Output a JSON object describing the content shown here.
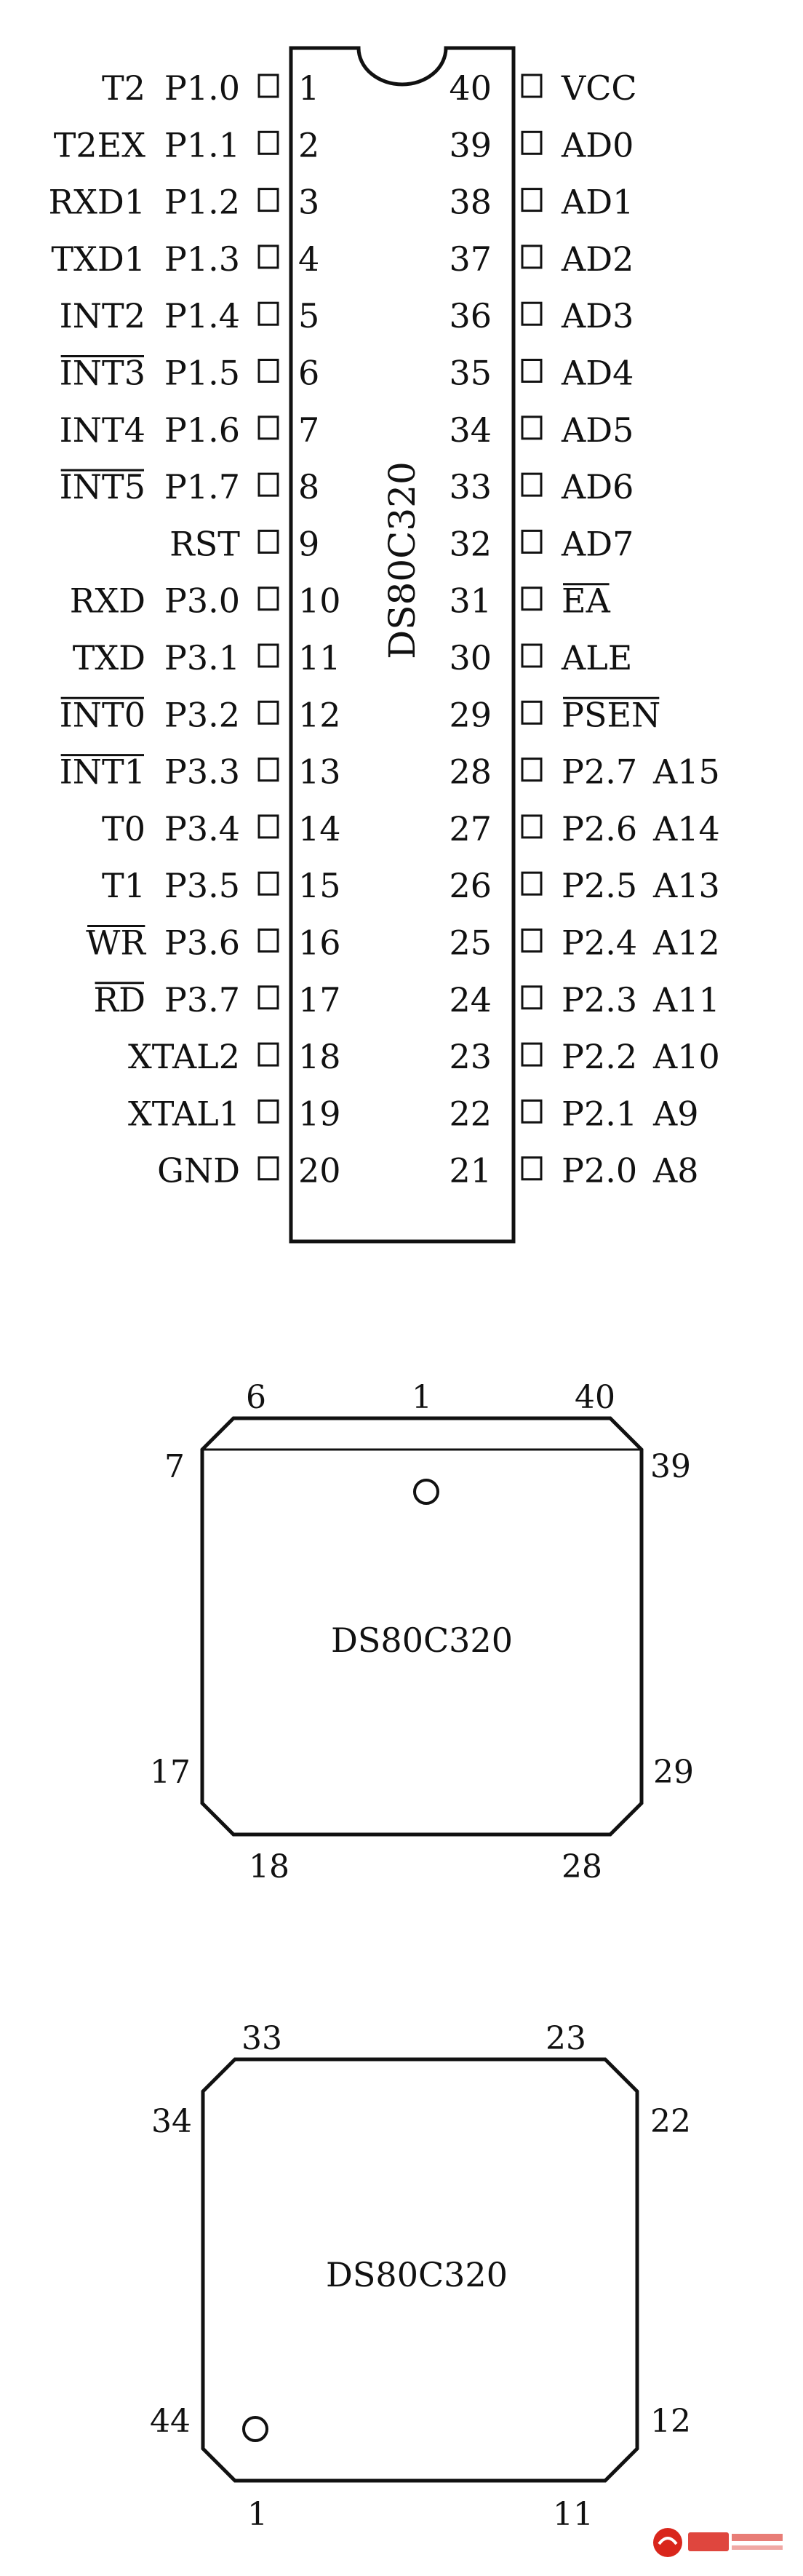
{
  "dip": {
    "part": "DS80C320",
    "left_pins": [
      {
        "num": "1",
        "port": "P1.0",
        "func": "T2",
        "bar": false
      },
      {
        "num": "2",
        "port": "P1.1",
        "func": "T2EX",
        "bar": false
      },
      {
        "num": "3",
        "port": "P1.2",
        "func": "RXD1",
        "bar": false
      },
      {
        "num": "4",
        "port": "P1.3",
        "func": "TXD1",
        "bar": false
      },
      {
        "num": "5",
        "port": "P1.4",
        "func": "INT2",
        "bar": false
      },
      {
        "num": "6",
        "port": "P1.5",
        "func": "INT3",
        "bar": true
      },
      {
        "num": "7",
        "port": "P1.6",
        "func": "INT4",
        "bar": false
      },
      {
        "num": "8",
        "port": "P1.7",
        "func": "INT5",
        "bar": true
      },
      {
        "num": "9",
        "port": "RST",
        "func": "",
        "bar": false
      },
      {
        "num": "10",
        "port": "P3.0",
        "func": "RXD",
        "bar": false
      },
      {
        "num": "11",
        "port": "P3.1",
        "func": "TXD",
        "bar": false
      },
      {
        "num": "12",
        "port": "P3.2",
        "func": "INT0",
        "bar": true
      },
      {
        "num": "13",
        "port": "P3.3",
        "func": "INT1",
        "bar": true
      },
      {
        "num": "14",
        "port": "P3.4",
        "func": "T0",
        "bar": false
      },
      {
        "num": "15",
        "port": "P3.5",
        "func": "T1",
        "bar": false
      },
      {
        "num": "16",
        "port": "P3.6",
        "func": "WR",
        "bar": true
      },
      {
        "num": "17",
        "port": "P3.7",
        "func": "RD",
        "bar": true
      },
      {
        "num": "18",
        "port": "XTAL2",
        "func": "",
        "bar": false
      },
      {
        "num": "19",
        "port": "XTAL1",
        "func": "",
        "bar": false
      },
      {
        "num": "20",
        "port": "GND",
        "func": "",
        "bar": false
      }
    ],
    "right_pins": [
      {
        "num": "40",
        "name": "VCC",
        "alt": "",
        "bar": false
      },
      {
        "num": "39",
        "name": "AD0",
        "alt": "",
        "bar": false
      },
      {
        "num": "38",
        "name": "AD1",
        "alt": "",
        "bar": false
      },
      {
        "num": "37",
        "name": "AD2",
        "alt": "",
        "bar": false
      },
      {
        "num": "36",
        "name": "AD3",
        "alt": "",
        "bar": false
      },
      {
        "num": "35",
        "name": "AD4",
        "alt": "",
        "bar": false
      },
      {
        "num": "34",
        "name": "AD5",
        "alt": "",
        "bar": false
      },
      {
        "num": "33",
        "name": "AD6",
        "alt": "",
        "bar": false
      },
      {
        "num": "32",
        "name": "AD7",
        "alt": "",
        "bar": false
      },
      {
        "num": "31",
        "name": "EA",
        "alt": "",
        "bar": true
      },
      {
        "num": "30",
        "name": "ALE",
        "alt": "",
        "bar": false
      },
      {
        "num": "29",
        "name": "PSEN",
        "alt": "",
        "bar": true
      },
      {
        "num": "28",
        "name": "P2.7",
        "alt": "A15",
        "bar": false
      },
      {
        "num": "27",
        "name": "P2.6",
        "alt": "A14",
        "bar": false
      },
      {
        "num": "26",
        "name": "P2.5",
        "alt": "A13",
        "bar": false
      },
      {
        "num": "25",
        "name": "P2.4",
        "alt": "A12",
        "bar": false
      },
      {
        "num": "24",
        "name": "P2.3",
        "alt": "A11",
        "bar": false
      },
      {
        "num": "23",
        "name": "P2.2",
        "alt": "A10",
        "bar": false
      },
      {
        "num": "22",
        "name": "P2.1",
        "alt": "A9",
        "bar": false
      },
      {
        "num": "21",
        "name": "P2.0",
        "alt": "A8",
        "bar": false
      }
    ]
  },
  "plcc_a": {
    "part": "DS80C320",
    "labels": {
      "top_left": "6",
      "top_mid": "1",
      "top_right": "40",
      "left_top": "7",
      "right_top": "39",
      "left_bottom": "17",
      "right_bottom": "29",
      "bottom_left": "18",
      "bottom_right": "28"
    }
  },
  "plcc_b": {
    "part": "DS80C320",
    "labels": {
      "top_left": "33",
      "top_right": "23",
      "left_top": "34",
      "right_top": "22",
      "left_bottom": "44",
      "right_bottom": "12",
      "bottom_left": "1",
      "bottom_right": "11"
    }
  },
  "colors": {
    "ink": "#111111",
    "logo_red": "#d9261c"
  }
}
